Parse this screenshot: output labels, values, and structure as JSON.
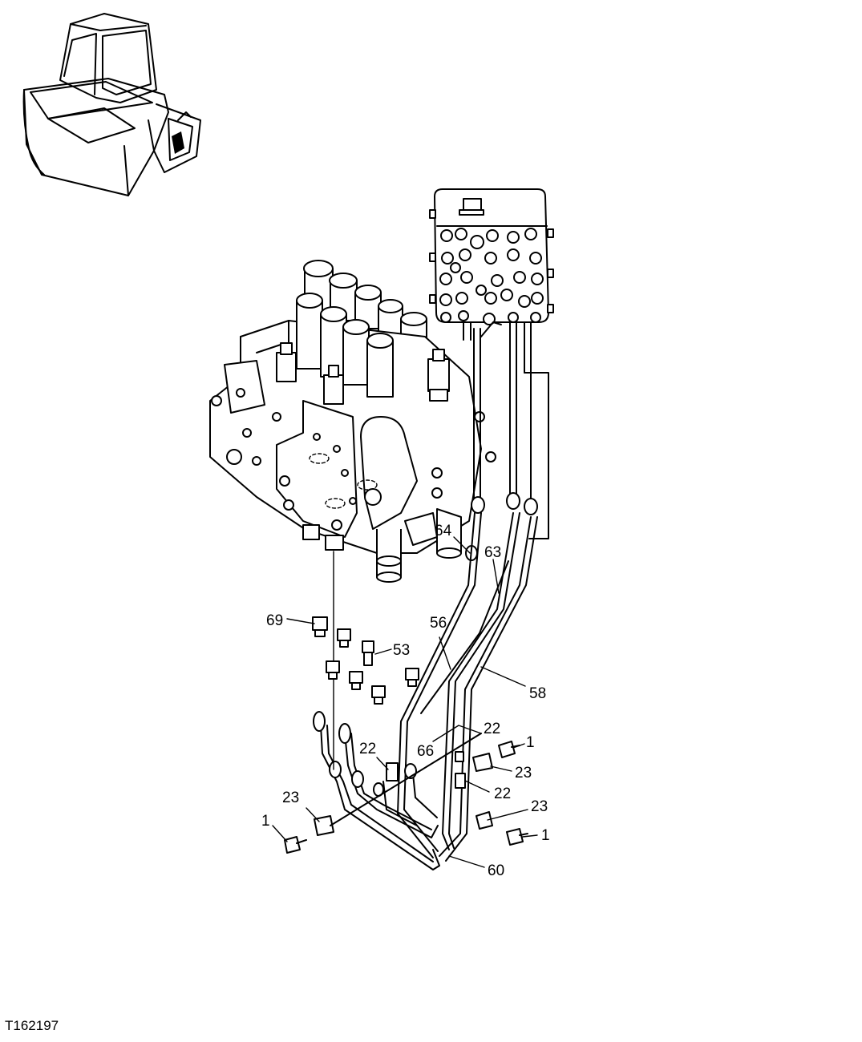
{
  "figure_id": "T162197",
  "callouts": [
    {
      "id": "c64",
      "label": "64"
    },
    {
      "id": "c63",
      "label": "63"
    },
    {
      "id": "c69",
      "label": "69"
    },
    {
      "id": "c56",
      "label": "56"
    },
    {
      "id": "c53",
      "label": "53"
    },
    {
      "id": "c58",
      "label": "58"
    },
    {
      "id": "c22a",
      "label": "22"
    },
    {
      "id": "c1a",
      "label": "1"
    },
    {
      "id": "c22b",
      "label": "22"
    },
    {
      "id": "c66",
      "label": "66"
    },
    {
      "id": "c23a",
      "label": "23"
    },
    {
      "id": "c22c",
      "label": "22"
    },
    {
      "id": "c23b",
      "label": "23"
    },
    {
      "id": "c23c",
      "label": "23"
    },
    {
      "id": "c1b",
      "label": "1"
    },
    {
      "id": "c1c",
      "label": "1"
    },
    {
      "id": "c60",
      "label": "60"
    }
  ]
}
